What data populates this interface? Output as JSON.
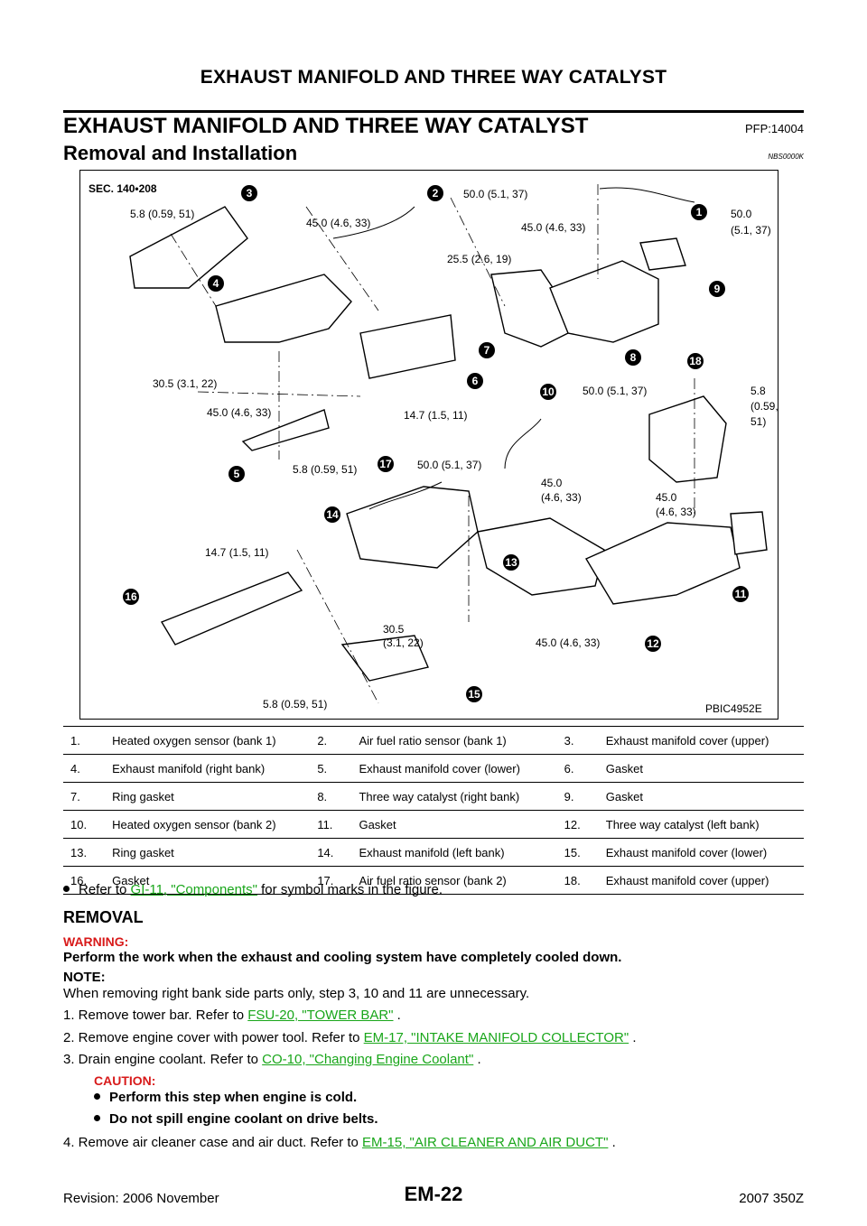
{
  "header": {
    "running_head": "EXHAUST MANIFOLD AND THREE WAY CATALYST",
    "page_title": "EXHAUST MANIFOLD AND THREE WAY CATALYST",
    "pfp": "PFP:14004",
    "section_title": "Removal and Installation",
    "section_code": "NBS0000K"
  },
  "figure": {
    "sec_label": "SEC. 140•208",
    "figure_code": "PBIC4952E",
    "torques": [
      "5.8 (0.59, 51)",
      "45.0 (4.6, 33)",
      "50.0 (5.1, 37)",
      "45.0 (4.6, 33)",
      "50.0",
      "(5.1, 37)",
      "25.5 (2.6, 19)",
      "30.5 (3.1, 22)",
      "45.0 (4.6, 33)",
      "14.7 (1.5, 11)",
      "50.0 (5.1, 37)",
      "5.8",
      "(0.59,",
      "51)",
      "5.8 (0.59, 51)",
      "50.0 (5.1, 37)",
      "45.0",
      "(4.6, 33)",
      "45.0",
      "(4.6, 33)",
      "14.7 (1.5, 11)",
      "30.5",
      "(3.1, 22)",
      "45.0 (4.6, 33)",
      "5.8 (0.59, 51)"
    ],
    "callouts": [
      "1",
      "2",
      "3",
      "4",
      "5",
      "6",
      "7",
      "8",
      "9",
      "10",
      "11",
      "12",
      "13",
      "14",
      "15",
      "16",
      "17",
      "18"
    ]
  },
  "legend": [
    [
      {
        "num": "1.",
        "name": "Heated oxygen sensor (bank 1)"
      },
      {
        "num": "2.",
        "name": "Air fuel ratio sensor (bank 1)"
      },
      {
        "num": "3.",
        "name": "Exhaust manifold cover (upper)"
      }
    ],
    [
      {
        "num": "4.",
        "name": "Exhaust manifold (right bank)"
      },
      {
        "num": "5.",
        "name": "Exhaust manifold cover (lower)"
      },
      {
        "num": "6.",
        "name": "Gasket"
      }
    ],
    [
      {
        "num": "7.",
        "name": "Ring gasket"
      },
      {
        "num": "8.",
        "name": "Three way catalyst (right bank)"
      },
      {
        "num": "9.",
        "name": "Gasket"
      }
    ],
    [
      {
        "num": "10.",
        "name": "Heated oxygen sensor (bank 2)"
      },
      {
        "num": "11.",
        "name": "Gasket"
      },
      {
        "num": "12.",
        "name": "Three way catalyst (left bank)"
      }
    ],
    [
      {
        "num": "13.",
        "name": "Ring gasket"
      },
      {
        "num": "14.",
        "name": "Exhaust manifold (left bank)"
      },
      {
        "num": "15.",
        "name": "Exhaust manifold cover (lower)"
      }
    ],
    [
      {
        "num": "16.",
        "name": "Gasket"
      },
      {
        "num": "17.",
        "name": "Air fuel ratio sensor (bank 2)"
      },
      {
        "num": "18.",
        "name": "Exhaust manifold cover (upper)"
      }
    ]
  ],
  "body": {
    "refer_prefix": "Refer to",
    "refer_link": "GI-11, \"Components\"",
    "refer_suffix": "for symbol marks in the figure.",
    "removal_head": "REMOVAL",
    "warning_head": "WARNING:",
    "warning_text": "Perform the work when the exhaust and cooling system have completely cooled down.",
    "note_head": "NOTE:",
    "note_text": "When removing right bank side parts only, step 3, 10 and 11 are unnecessary.",
    "steps": [
      {
        "text": "1.  Remove tower bar. Refer to",
        "link": "FSU-20, \"TOWER BAR\"",
        "after": "."
      },
      {
        "text": "2.  Remove engine cover with power tool. Refer to",
        "link": "EM-17, \"INTAKE MANIFOLD COLLECTOR\"",
        "after": "."
      },
      {
        "text": "3.  Drain engine coolant. Refer to",
        "link": "CO-10, \"Changing Engine Coolant\"",
        "after": "."
      },
      {
        "text": "4.  Remove air cleaner case and air duct. Refer to",
        "link": "EM-15, \"AIR CLEANER AND AIR DUCT\"",
        "after": "."
      }
    ],
    "caution_head": "CAUTION:",
    "cautions": [
      "Perform this step when engine is cold.",
      "Do not spill engine coolant on drive belts."
    ]
  },
  "footer": {
    "revision": "Revision: 2006 November",
    "page_number": "EM-22",
    "model": "2007 350Z"
  }
}
